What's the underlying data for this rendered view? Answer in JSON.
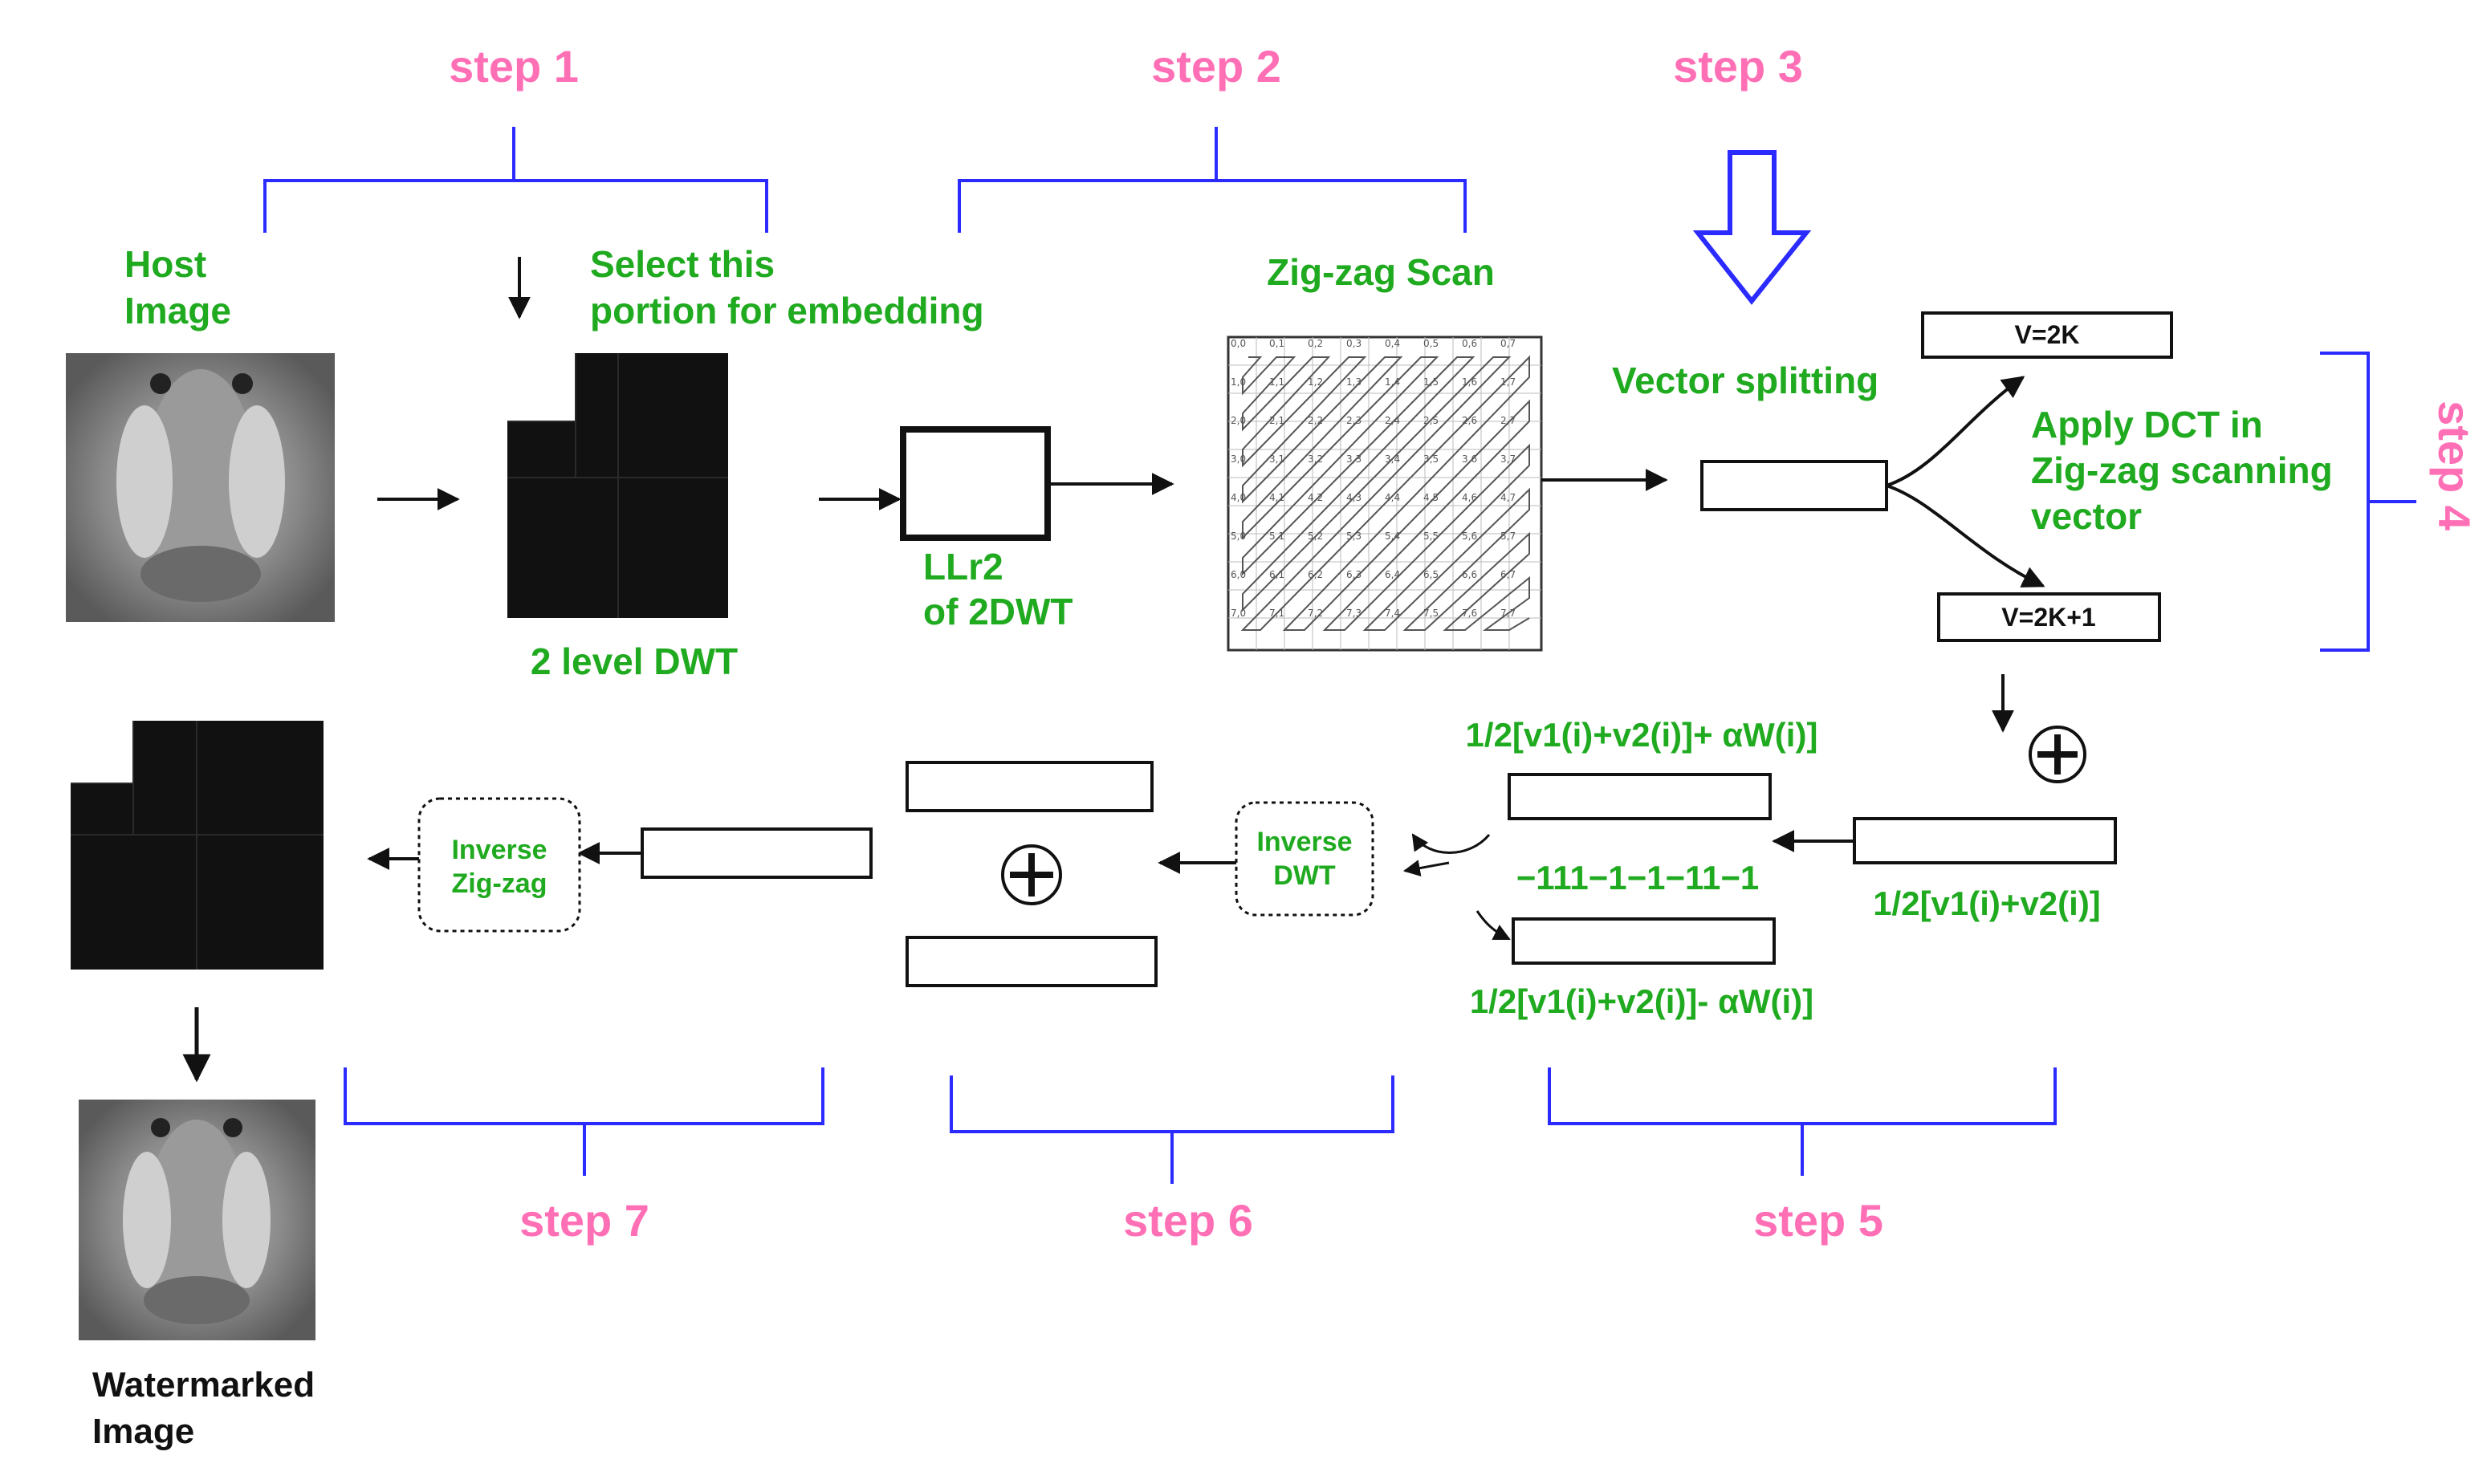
{
  "steps": {
    "s1": "step 1",
    "s2": "step 2",
    "s3": "step 3",
    "s4": "step 4",
    "s5": "step 5",
    "s6": "step 6",
    "s7": "step 7"
  },
  "labels": {
    "host_line1": "Host",
    "host_line2": "Image",
    "select_line1": "Select this",
    "select_line2": "portion for embedding",
    "dwt2": "2 level DWT",
    "llr2_line1": "LLr2",
    "llr2_line2": "of 2DWT",
    "zigzag_scan": "Zig-zag Scan",
    "vector_splitting": "Vector splitting",
    "apply_line1": "Apply DCT in",
    "apply_line2": "Zig-zag scanning",
    "apply_line3": "vector",
    "v_even": "V=2K",
    "v_odd": "V=2K+1",
    "avg": "1/2[v1(i)+v2(i)]",
    "plus_formula": "1/2[v1(i)+v2(i)]+ αW(i)]",
    "minus_formula": "1/2[v1(i)+v2(i)]- αW(i)]",
    "sequence": "−111−1−1−11−1",
    "inverse_dwt_line1": "Inverse",
    "inverse_dwt_line2": "DWT",
    "inverse_zz_line1": "Inverse",
    "inverse_zz_line2": "Zig-zag",
    "watermarked_line1": "Watermarked",
    "watermarked_line2": "Image"
  },
  "zigzag_grid_labels": [
    [
      "0,0",
      "0,1",
      "0,2",
      "0,3",
      "0,4",
      "0,5",
      "0,6",
      "0,7"
    ],
    [
      "1,0",
      "1,1",
      "1,2",
      "1,3",
      "1,4",
      "1,5",
      "1,6",
      "1,7"
    ],
    [
      "2,0",
      "2,1",
      "2,2",
      "2,3",
      "2,4",
      "2,5",
      "2,6",
      "2,7"
    ],
    [
      "3,0",
      "3,1",
      "3,2",
      "3,3",
      "3,4",
      "3,5",
      "3,6",
      "3,7"
    ],
    [
      "4,0",
      "4,1",
      "4,2",
      "4,3",
      "4,4",
      "4,5",
      "4,6",
      "4,7"
    ],
    [
      "5,0",
      "5,1",
      "5,2",
      "5,3",
      "5,4",
      "5,5",
      "5,6",
      "5,7"
    ],
    [
      "6,0",
      "6,1",
      "6,2",
      "6,3",
      "6,4",
      "6,5",
      "6,6",
      "6,7"
    ],
    [
      "7,0",
      "7,1",
      "7,2",
      "7,3",
      "7,4",
      "7,5",
      "7,6",
      "7,7"
    ]
  ],
  "colors": {
    "bracket": "#2b2bff",
    "step_text": "#ff6fb5",
    "green_text": "#1faa1f",
    "dark_image": "#111111"
  },
  "icons": {
    "plus": "circled-plus-icon",
    "hollow_arrow": "hollow-down-arrow-icon"
  }
}
